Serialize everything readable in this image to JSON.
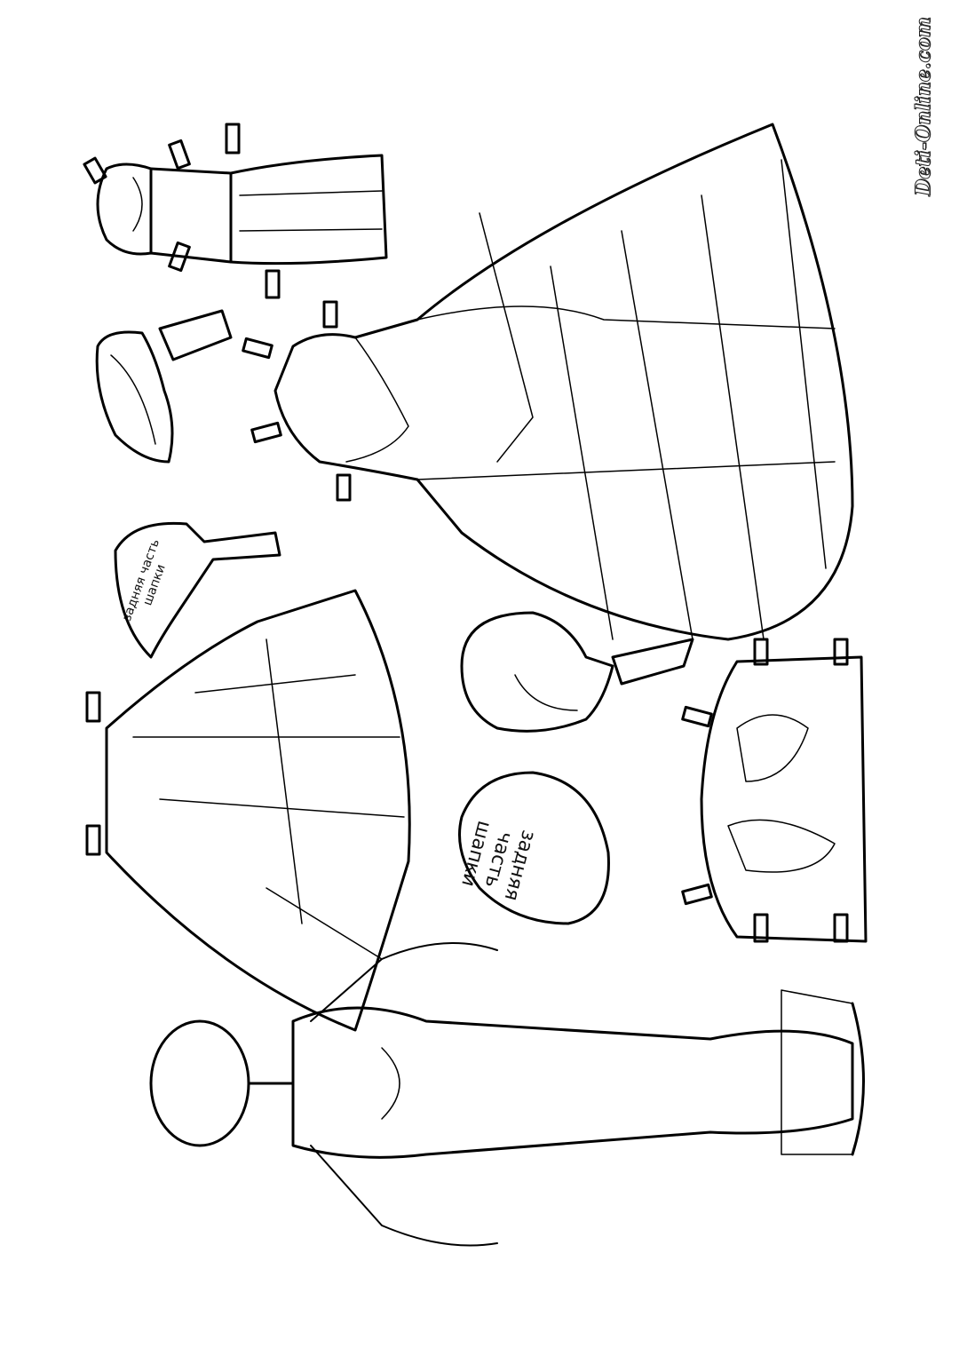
{
  "watermark": {
    "text": "Deti-Online.com"
  },
  "labels": {
    "hat_back_small": {
      "line1": "задняя часть",
      "line2": "шапки"
    },
    "hat_back_large": {
      "line1": "задняя",
      "line2": "часть",
      "line3": "шапки"
    }
  },
  "colors": {
    "line": "#000000",
    "paper": "#ffffff"
  }
}
